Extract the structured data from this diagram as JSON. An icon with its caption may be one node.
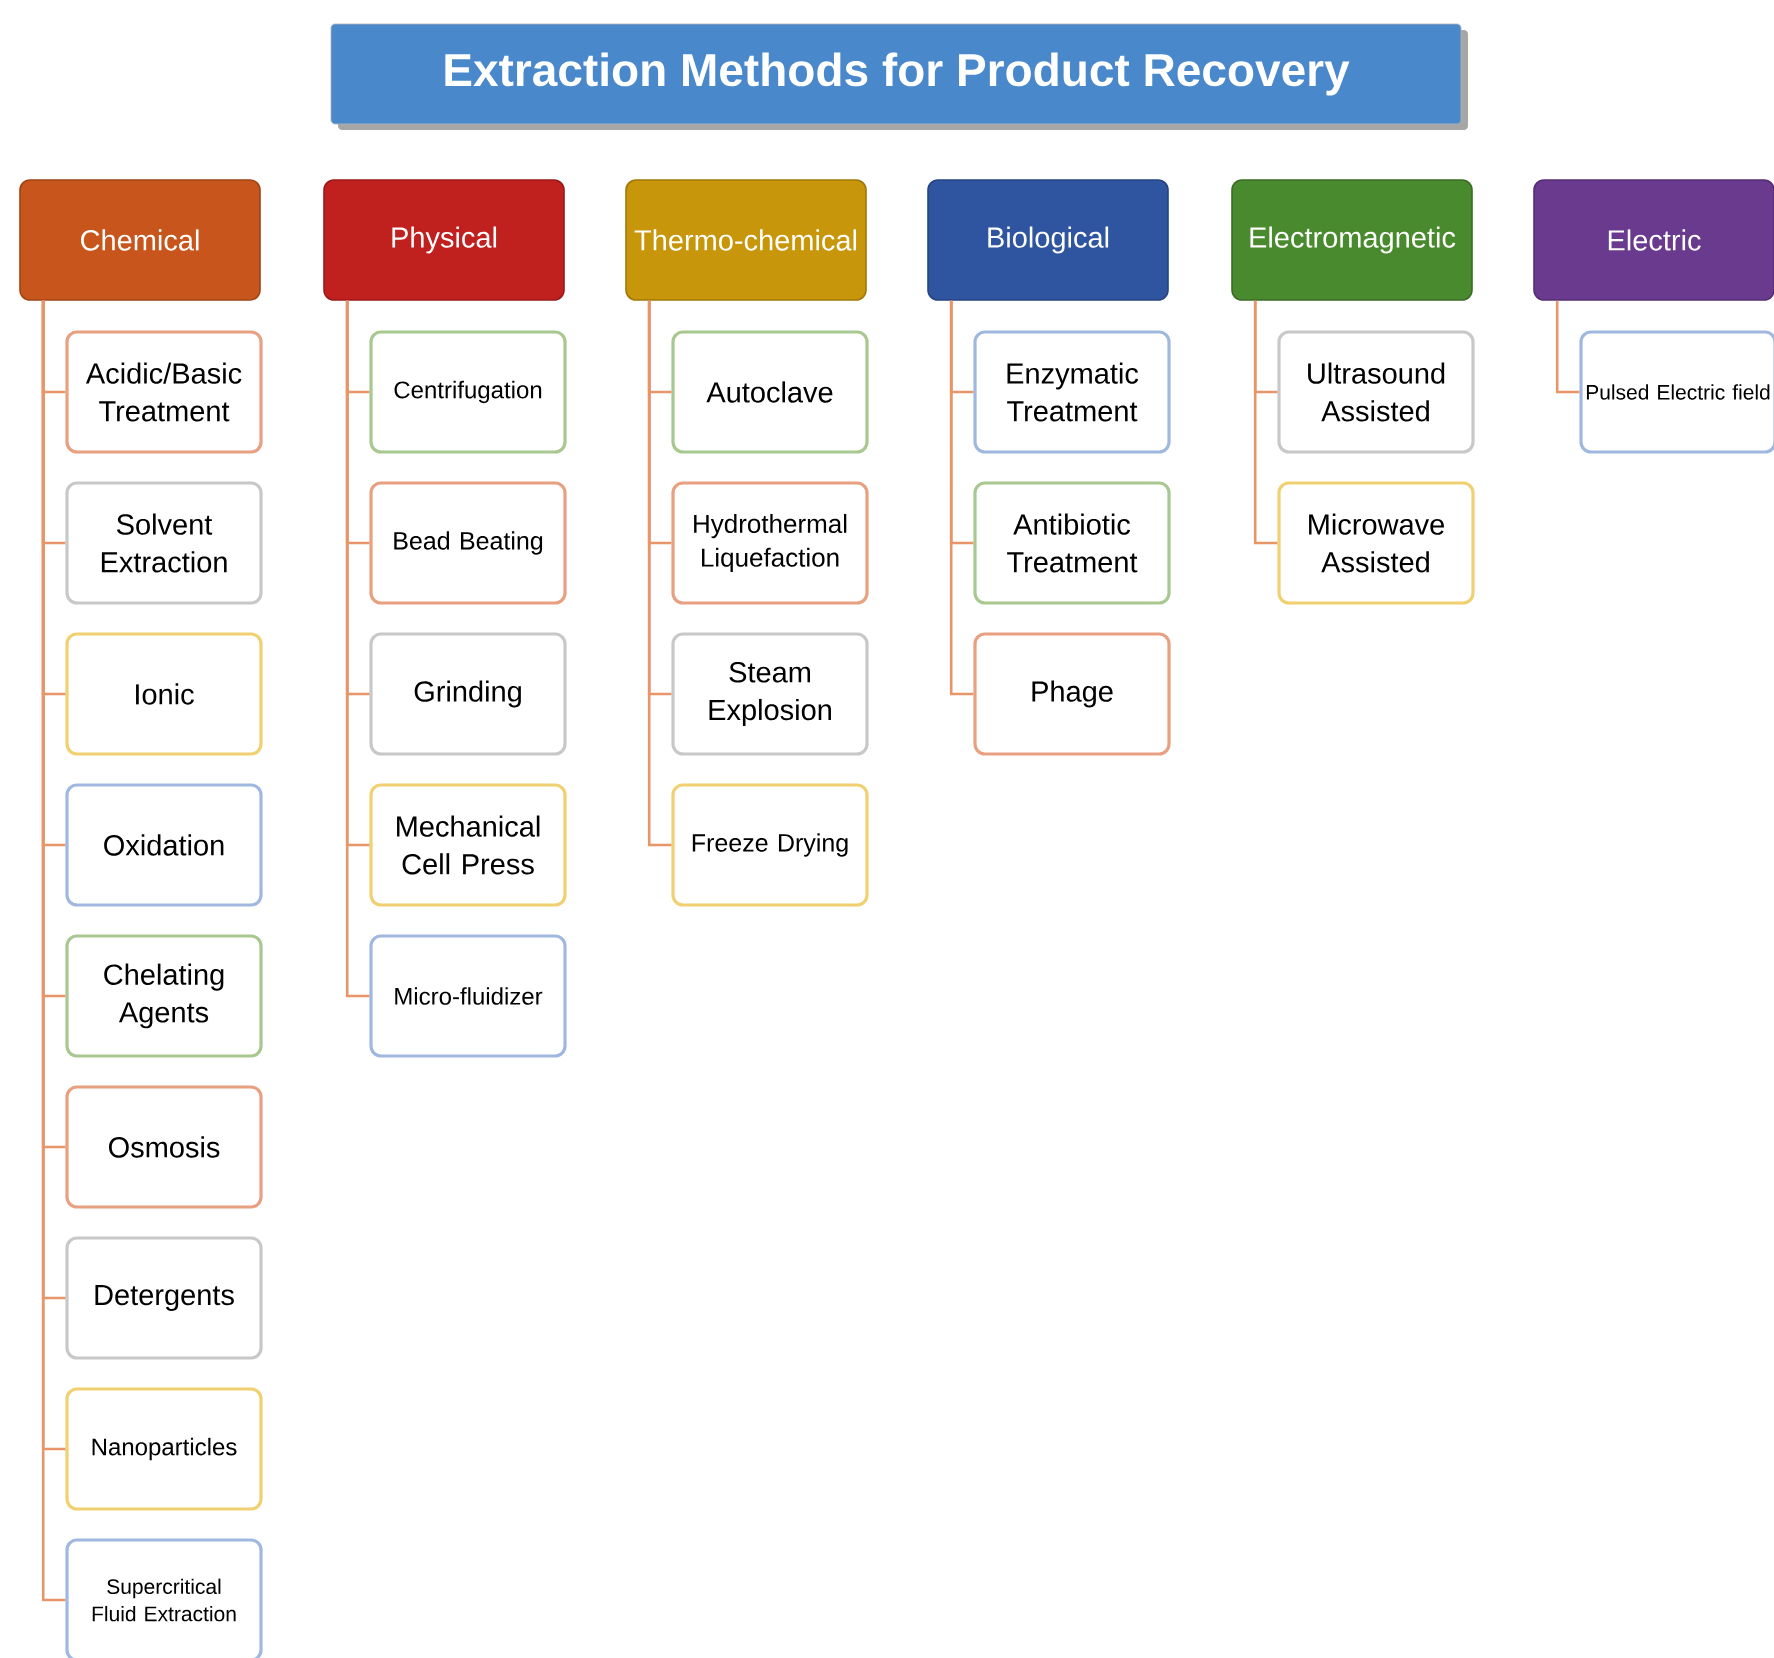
{
  "diagram": {
    "title": "Extraction Methods for Product Recovery",
    "nodes": [
      {
        "text": [
          "Chemical"
        ]
      },
      {
        "text": [
          "Acidic/Basic Treatment"
        ]
      },
      {
        "text": [
          "Solvent Extraction"
        ]
      },
      {
        "text": [
          "Ionic"
        ]
      },
      {
        "text": [
          "Oxidation"
        ]
      },
      {
        "text": [
          "Chelating Agents"
        ]
      },
      {
        "text": [
          "Osmosis"
        ]
      },
      {
        "text": [
          "Detergents"
        ]
      },
      {
        "text": [
          "Nanoparticles"
        ]
      },
      {
        "text": [
          "Supercritical Fluid Extraction"
        ]
      },
      {
        "text": [
          "Physical"
        ]
      },
      {
        "text": [
          "Centrifugation"
        ]
      },
      {
        "text": [
          "Bead Beating"
        ]
      },
      {
        "text": [
          "Grinding"
        ]
      },
      {
        "text": [
          "Mechanical Cell Press"
        ]
      },
      {
        "text": [
          "Micro-fluidizer"
        ]
      },
      {
        "text": [
          "Thermo-chemical"
        ]
      },
      {
        "text": [
          "Autoclave"
        ]
      },
      {
        "text": [
          "Hydrothermal Liquefaction"
        ]
      },
      {
        "text": [
          "Steam Explosion"
        ]
      },
      {
        "text": [
          "Freeze Drying"
        ]
      },
      {
        "text": [
          "Biological"
        ]
      },
      {
        "text": [
          "Enzymatic Treatment"
        ]
      },
      {
        "text": [
          "Antibiotic Treatment"
        ]
      },
      {
        "text": [
          "Phage"
        ]
      },
      {
        "text": [
          "Electromagnetic"
        ]
      },
      {
        "text": [
          "Ultrasound Assisted"
        ]
      },
      {
        "text": [
          "Microwave Assisted"
        ]
      },
      {
        "text": [
          "Electric"
        ]
      },
      {
        "text": [
          "Pulsed Electric field"
        ]
      }
    ],
    "edges": [
      {
        "from": 0,
        "to": 1,
        "arrow": "none"
      },
      {
        "from": 0,
        "to": 2,
        "arrow": "none"
      },
      {
        "from": 0,
        "to": 3,
        "arrow": "none"
      },
      {
        "from": 0,
        "to": 4,
        "arrow": "none"
      },
      {
        "from": 0,
        "to": 5,
        "arrow": "none"
      },
      {
        "from": 0,
        "to": 6,
        "arrow": "none"
      },
      {
        "from": 0,
        "to": 7,
        "arrow": "none"
      },
      {
        "from": 0,
        "to": 8,
        "arrow": "none"
      },
      {
        "from": 0,
        "to": 9,
        "arrow": "none"
      },
      {
        "from": 10,
        "to": 11,
        "arrow": "none"
      },
      {
        "from": 10,
        "to": 12,
        "arrow": "none"
      },
      {
        "from": 10,
        "to": 13,
        "arrow": "none"
      },
      {
        "from": 10,
        "to": 14,
        "arrow": "none"
      },
      {
        "from": 10,
        "to": 15,
        "arrow": "none"
      },
      {
        "from": 16,
        "to": 17,
        "arrow": "none"
      },
      {
        "from": 16,
        "to": 18,
        "arrow": "none"
      },
      {
        "from": 16,
        "to": 19,
        "arrow": "none"
      },
      {
        "from": 16,
        "to": 20,
        "arrow": "none"
      },
      {
        "from": 21,
        "to": 22,
        "arrow": "none"
      },
      {
        "from": 21,
        "to": 23,
        "arrow": "none"
      },
      {
        "from": 21,
        "to": 24,
        "arrow": "none"
      },
      {
        "from": 25,
        "to": 26,
        "arrow": "none"
      },
      {
        "from": 25,
        "to": 27,
        "arrow": "none"
      },
      {
        "from": 28,
        "to": 29,
        "arrow": "none"
      }
    ]
  }
}
